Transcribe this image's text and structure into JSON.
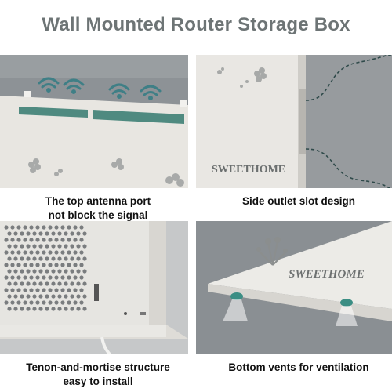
{
  "title": "Wall Mounted Router Storage Box",
  "panels": [
    {
      "caption_lines": [
        "The top antenna port",
        "not block the signal"
      ],
      "icon": "wifi-icon"
    },
    {
      "caption_lines": [
        "Side outlet slot design"
      ],
      "brand": "SWEETHOME"
    },
    {
      "caption_lines": [
        "Tenon-and-mortise structure",
        "easy to install"
      ]
    },
    {
      "caption_lines": [
        "Bottom vents for ventilation"
      ],
      "brand": "SWEETHOME"
    }
  ],
  "colors": {
    "title": "#6d7475",
    "wall": "#8f9497",
    "box": "#e7e5e1",
    "slot": "#4f8a80",
    "wifi": "#3f7f86"
  }
}
